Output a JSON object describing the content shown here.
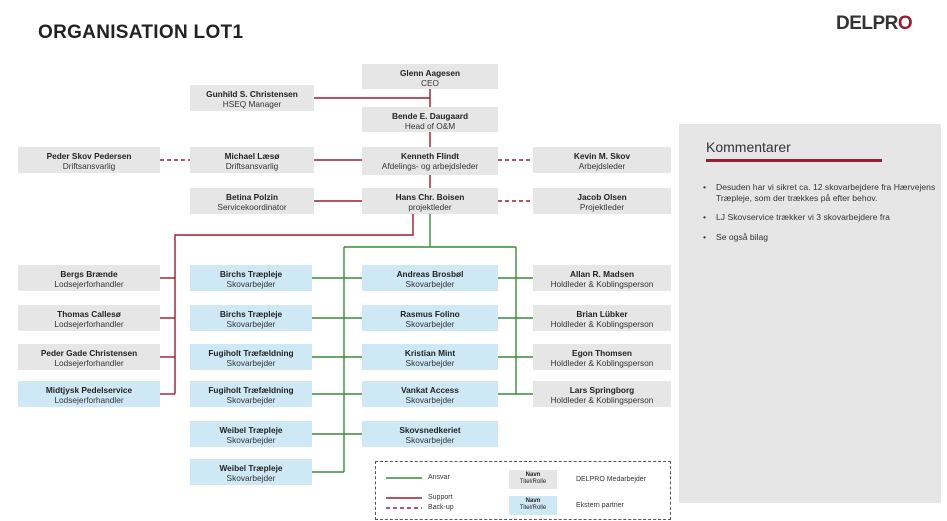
{
  "title": "ORGANISATION LOT1",
  "logo": {
    "main": "DELPR",
    "accent": "O"
  },
  "colors": {
    "support": "#9b1b30",
    "responsibility": "#3a8a3a",
    "internal": "#e6e6e6",
    "external": "#cfe8f6"
  },
  "nodes": [
    {
      "id": "ceo",
      "name": "Glenn Aagesen",
      "role": "CEO",
      "type": "internal"
    },
    {
      "id": "hseq",
      "name": "Gunhild S. Christensen",
      "role": "HSEQ Manager",
      "type": "internal"
    },
    {
      "id": "head",
      "name": "Bende E. Daugaard",
      "role": "Head of O&M",
      "type": "internal"
    },
    {
      "id": "pederskov",
      "name": "Peder Skov Pedersen",
      "role": "Driftsansvarlig",
      "type": "internal"
    },
    {
      "id": "michael",
      "name": "Michael Læsø",
      "role": "Driftsansvarlig",
      "type": "internal"
    },
    {
      "id": "kenneth",
      "name": "Kenneth Flindt",
      "role": "Afdelings- og arbejdsleder",
      "type": "internal"
    },
    {
      "id": "kevin",
      "name": "Kevin M. Skov",
      "role": "Arbejdsleder",
      "type": "internal"
    },
    {
      "id": "betina",
      "name": "Betina Polzin",
      "role": "Servicekoordinator",
      "type": "internal"
    },
    {
      "id": "hans",
      "name": "Hans Chr. Boisen",
      "role": "projektleder",
      "type": "internal"
    },
    {
      "id": "jacob",
      "name": "Jacob Olsen",
      "role": "Projektleder",
      "type": "internal"
    },
    {
      "id": "bergs",
      "name": "Bergs Brænde",
      "role": "Lodsejerforhandler",
      "type": "internal"
    },
    {
      "id": "thomas",
      "name": "Thomas Callesø",
      "role": "Lodsejerforhandler",
      "type": "internal"
    },
    {
      "id": "pedergade",
      "name": "Peder Gade Christensen",
      "role": "Lodsejerforhandler",
      "type": "internal"
    },
    {
      "id": "midtjysk",
      "name": "Midtjysk Pedelservice",
      "role": "Lodsejerforhandler",
      "type": "external"
    },
    {
      "id": "birchs1",
      "name": "Birchs Træpleje",
      "role": "Skovarbejder",
      "type": "external"
    },
    {
      "id": "birchs2",
      "name": "Birchs Træpleje",
      "role": "Skovarbejder",
      "type": "external"
    },
    {
      "id": "fugl1",
      "name": "Fugiholt Træfældning",
      "role": "Skovarbejder",
      "type": "external"
    },
    {
      "id": "fugl2",
      "name": "Fugiholt Træfældning",
      "role": "Skovarbejder",
      "type": "external"
    },
    {
      "id": "weibel1",
      "name": "Weibel Træpleje",
      "role": "Skovarbejder",
      "type": "external"
    },
    {
      "id": "weibel2",
      "name": "Weibel Træpleje",
      "role": "Skovarbejder",
      "type": "external"
    },
    {
      "id": "andreas",
      "name": "Andreas Brosbøl",
      "role": "Skovarbejder",
      "type": "external"
    },
    {
      "id": "rasmus",
      "name": "Rasmus Folino",
      "role": "Skovarbejder",
      "type": "external"
    },
    {
      "id": "kristian",
      "name": "Kristian Mint",
      "role": "Skovarbejder",
      "type": "external"
    },
    {
      "id": "vankat",
      "name": "Vankat Access",
      "role": "Skovarbejder",
      "type": "external"
    },
    {
      "id": "skovsned",
      "name": "Skovsnedkeriet",
      "role": "Skovarbejder",
      "type": "external"
    },
    {
      "id": "allan",
      "name": "Allan R. Madsen",
      "role": "Holdleder & Koblingsperson",
      "type": "internal"
    },
    {
      "id": "brian",
      "name": "Brian Lübker",
      "role": "Holdleder & Koblingsperson",
      "type": "internal"
    },
    {
      "id": "egon",
      "name": "Egon Thomsen",
      "role": "Holdleder & Koblingsperson",
      "type": "internal"
    },
    {
      "id": "lars",
      "name": "Lars Springborg",
      "role": "Holdleder & Koblingsperson",
      "type": "internal"
    }
  ],
  "comments": {
    "title": "Kommentarer",
    "items": [
      "Desuden har vi sikret ca. 12 skovarbejdere fra Hærvejens Træpleje, som der trækkes på efter behov.",
      "LJ Skovservice trækker vi 3 skovarbejdere fra",
      "Se også bilag"
    ]
  },
  "legend": {
    "responsibility": "Ansvar",
    "support": "Support",
    "backup": "Back-up",
    "box_name": "Navn",
    "box_role": "Titel/Rolle",
    "internal_label": "DELPRO Medarbejder",
    "external_label": "Ekstern partner"
  }
}
